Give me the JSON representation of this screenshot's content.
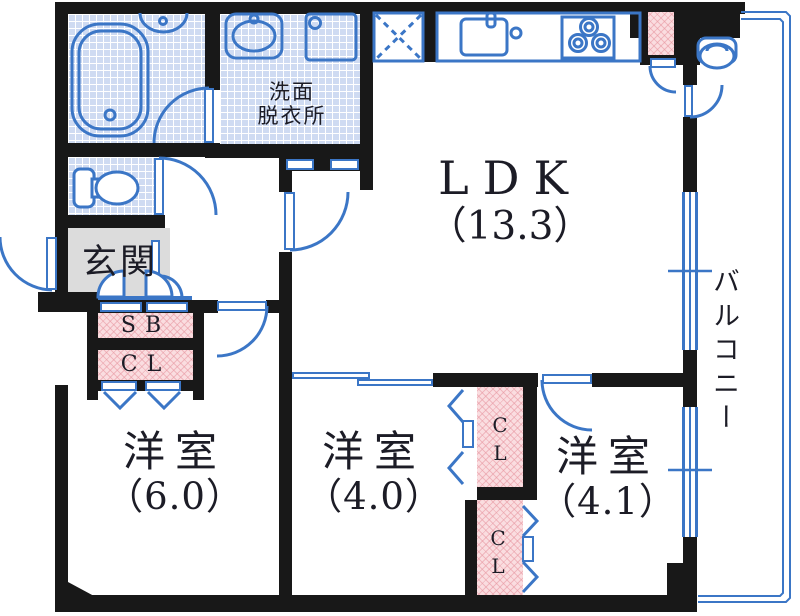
{
  "rooms": {
    "ldk": {
      "label": "LDK",
      "size": "（13.3）"
    },
    "bedroom_6_0": {
      "label": "洋室",
      "size": "（6.0）"
    },
    "bedroom_4_0": {
      "label": "洋室",
      "size": "（4.0）"
    },
    "bedroom_4_1": {
      "label": "洋室",
      "size": "（4.1）"
    },
    "entrance": {
      "label": "玄関"
    },
    "washroom": {
      "label_line1": "洗面",
      "label_line2": "脱衣所"
    },
    "balcony": {
      "label": "バルコニー"
    }
  },
  "storage": {
    "shoe_box": "SB",
    "hall_closet": "CL",
    "closet_upper": "CL",
    "closet_lower": "CL"
  },
  "icons": [
    "bathtub-icon",
    "bathroom-vanity-icon",
    "toilet-icon",
    "washbasin-icon",
    "washer-pan-icon",
    "fridge-space-icon",
    "kitchen-sink-icon",
    "gas-stove-icon",
    "slop-sink-toilet-icon",
    "door-swing-arc",
    "sliding-window",
    "bifold-closet-door"
  ],
  "colors": {
    "line_blue": "#3b76c6",
    "wall_black": "#181818",
    "wet_area_tile": "#cfdbf2",
    "storage_pink": "#fadde0",
    "entrance_gray": "#dcdcdc"
  }
}
